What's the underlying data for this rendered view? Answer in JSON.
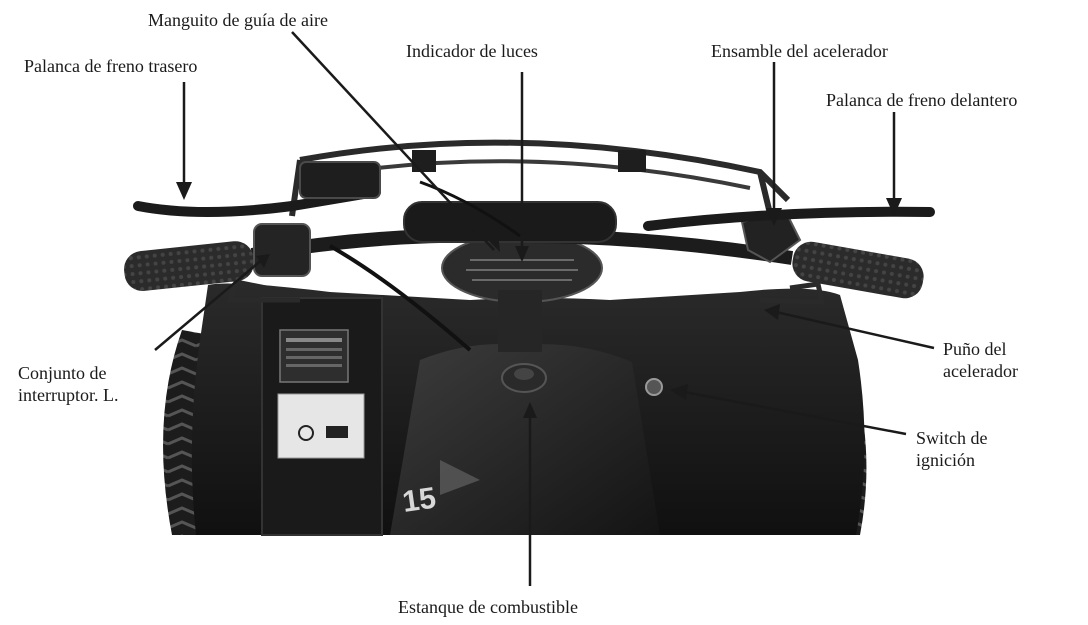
{
  "labels": {
    "rear_brake_lever": "Palanca de freno trasero",
    "air_guide_sleeve": "Manguito de guía de aire",
    "light_indicator": "Indicador de luces",
    "throttle_assembly": "Ensamble del acelerador",
    "front_brake_lever": "Palanca de freno delantero",
    "switch_assembly_line1": "Conjunto de",
    "switch_assembly_line2": "interruptor. L.",
    "throttle_grip_line1": "Puño del",
    "throttle_grip_line2": "acelerador",
    "ignition_switch_line1": "Switch de",
    "ignition_switch_line2": "ignición",
    "fuel_tank": "Estanque de combustible"
  },
  "colors": {
    "ink": "#1a1a1a",
    "photo_dark": "#161616",
    "photo_mid": "#3a3a3a",
    "chrome": "#8a8a8a"
  }
}
